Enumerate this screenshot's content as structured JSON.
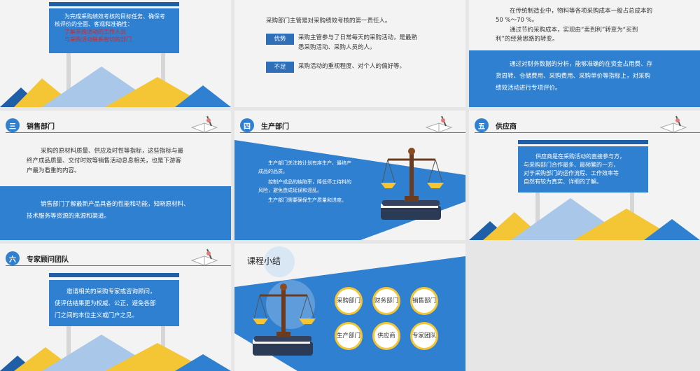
{
  "slide1": {
    "line1": "为完成采购绩效考核的目标任务、确保考",
    "line2": "核评价的全面、客观和准确性：",
    "red1": "了解采购活动的工作人员",
    "red2": "与采购活动联系密切的部门"
  },
  "slide2": {
    "intro": "采购部门主管是对采购绩效考核的第一责任人。",
    "tag_adv": "优势",
    "adv1": "采购主管参与了日常每天的采购活动，是最熟",
    "adv2": "悉采购活动、采购人员的人。",
    "tag_dis": "不足",
    "dis": "采购活动的重视程度、对个人的偏好等。"
  },
  "slide3": {
    "p1a": "在传统制造业中，物料等各项采购成本一般占总成本的",
    "p1b": "50 %～70 %。",
    "p2a": "通过节约采购成本，实现由“卖到利”转变为“买到",
    "p2b": "利”的经营思路的转变。",
    "p3a": "通过对财务数据的分析，能够准确的在资金占用费、存",
    "p3b": "货周转、仓储费用、采购费用、采购单价等指标上，对采购",
    "p3c": "绩效活动进行专项评价。"
  },
  "slide4": {
    "num": "三",
    "title": "销售部门",
    "p1a": "采购的原材料质量、供应及时性等指标，这些指标与最",
    "p1b": "终产成品质量、交付时效等销售活动息息相关，也是下游客",
    "p1c": "户最为看重的内容。",
    "p2a": "销售部门了解最新产品具备的性能和功能，知晓原材料、",
    "p2b": "技术服务等资源的来源和渠道。"
  },
  "slide5": {
    "num": "四",
    "title": "生产部门",
    "l1": "生产部门关注按计划有序生产、最终产",
    "l2": "成品的品质。",
    "l3": "控制产成品的缺陷率，降低停工待料的",
    "l4": "风险，避免造成延误和混乱。",
    "l5": "生产部门需要确保生产质量和进度。"
  },
  "slide6": {
    "num": "五",
    "title": "供应商",
    "l1": "供应商是在采购活动的直接参与方，",
    "l2": "与采购部门合作最多、最频繁的一方，",
    "l3": "对于采购部门的运作流程、工作效率等",
    "l4": "自然有较为真实、详细的了解。"
  },
  "slide7": {
    "num": "六",
    "title": "专家顾问团队",
    "l1": "邀请相关的采购专家或咨询顾问，",
    "l2": "使评估结果更为权威、公正，避免各部",
    "l3": "门之间的本位主义或门户之见。"
  },
  "slide8": {
    "title": "课程小结",
    "c1a": "采购",
    "c1b": "部门",
    "c2a": "财务",
    "c2b": "部门",
    "c3a": "销售",
    "c3b": "部门",
    "c4a": "生产",
    "c4b": "部门",
    "c5": "供应商",
    "c6a": "专家",
    "c6b": "团队"
  },
  "colors": {
    "accent": "#2f80d1",
    "dark": "#1f5fa8",
    "yellow": "#f4c534",
    "red": "#e02020"
  }
}
